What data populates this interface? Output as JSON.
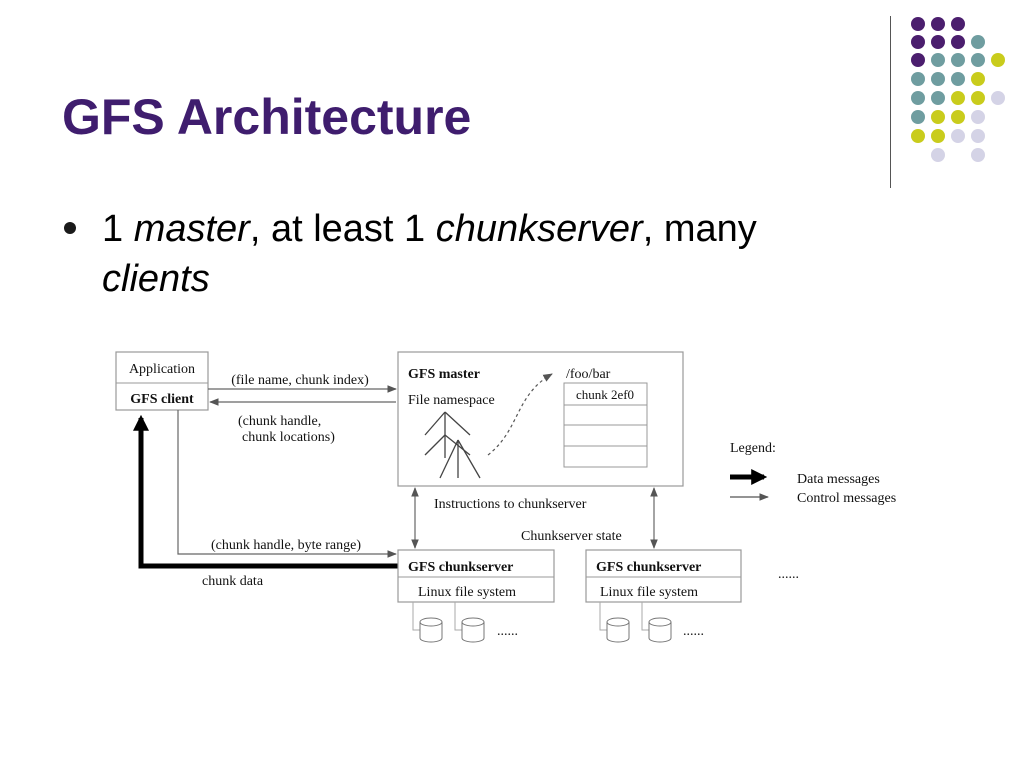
{
  "slide": {
    "title": "GFS Architecture",
    "bullet": {
      "n_master": "1",
      "master": "master",
      "sep1": ", at least 1",
      "chunkserver": "chunkserver",
      "sep2": ", many",
      "clients": "clients"
    }
  },
  "decoration": {
    "dot_colors": {
      "purple": "#4b1e6e",
      "teal": "#6f9da0",
      "olive": "#c9cc1c",
      "lavender": "#d4d3e6"
    }
  },
  "diagram": {
    "application": "Application",
    "gfs_client": "GFS client",
    "req_label": "(file name, chunk index)",
    "resp_label_1": "(chunk handle,",
    "resp_label_2": "chunk locations)",
    "master_title": "GFS master",
    "file_namespace": "File namespace",
    "path": "/foo/bar",
    "chunk": "chunk 2ef0",
    "instructions": "Instructions to chunkserver",
    "cs_state": "Chunkserver state",
    "byte_range": "(chunk handle, byte range)",
    "chunk_data": "chunk data",
    "cs1_title": "GFS chunkserver",
    "cs1_fs": "Linux file system",
    "cs2_title": "GFS chunkserver",
    "cs2_fs": "Linux file system",
    "ellipsis": "......",
    "legend": "Legend:",
    "data_messages": "Data messages",
    "control_messages": "Control messages"
  }
}
